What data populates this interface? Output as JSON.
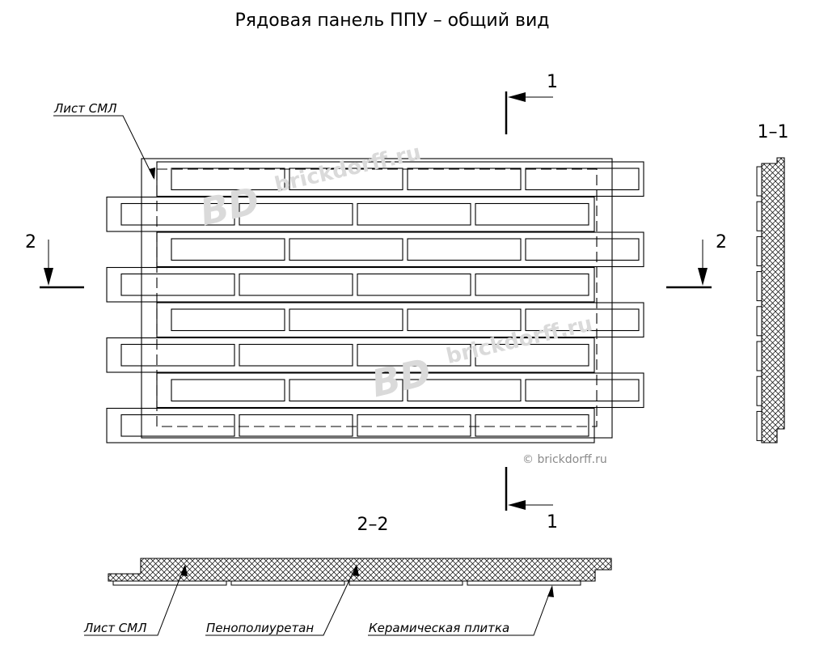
{
  "title": "Рядовая панель ППУ – общий вид",
  "section_marks": {
    "cut1_top": "1",
    "cut1_bottom": "1",
    "cut2_left": "2",
    "cut2_right": "2"
  },
  "section_views": {
    "side_title": "1–1",
    "bottom_title": "2–2"
  },
  "labels": {
    "sheet_top": "Лист СМЛ",
    "sheet_bottom": "Лист СМЛ",
    "foam": "Пенополиуретан",
    "tile": "Керамическая плитка"
  },
  "watermarks": {
    "logo": "BD",
    "site": "brickdorff.ru",
    "copyright": "© brickdorff.ru"
  },
  "colors": {
    "line": "#000000",
    "watermark": "#dadada",
    "copyright": "#8a8a8a"
  }
}
